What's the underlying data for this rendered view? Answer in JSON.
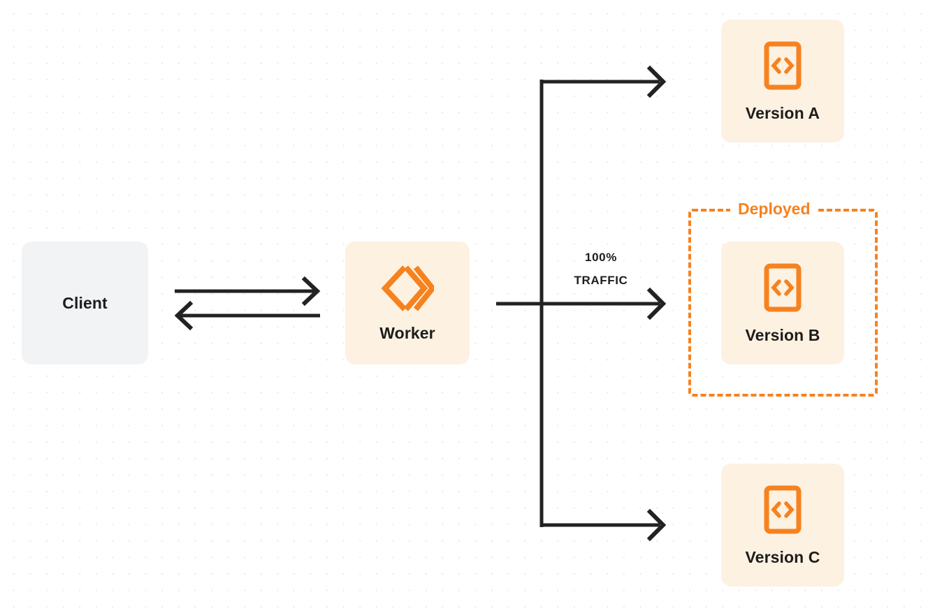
{
  "diagram": {
    "title": "Worker version routing",
    "background": "#ffffff",
    "grid_dot_color": "#e8e8ea",
    "accent_color": "#f6821f",
    "card_color": "#fdf1e2",
    "neutral_card_color": "#f2f3f5",
    "line_color": "#222222",
    "text_color": "#1d1d1b"
  },
  "nodes": {
    "client": {
      "label": "Client",
      "icon": "none"
    },
    "worker": {
      "label": "Worker",
      "icon": "cloudflare-workers-icon"
    },
    "version_a": {
      "label": "Version A",
      "icon": "code-file-icon"
    },
    "version_b": {
      "label": "Version B",
      "icon": "code-file-icon"
    },
    "version_c": {
      "label": "Version C",
      "icon": "code-file-icon"
    }
  },
  "groups": {
    "deployed": {
      "label": "Deployed",
      "contains": "version_b",
      "border_style": "dashed",
      "border_color": "#f6821f"
    }
  },
  "annotations": {
    "traffic": {
      "percent": "100%",
      "word": "TRAFFIC"
    }
  },
  "connections": [
    {
      "name": "client-to-worker",
      "from": "client",
      "to": "worker",
      "direction": "right"
    },
    {
      "name": "worker-to-client",
      "from": "worker",
      "to": "client",
      "direction": "left"
    },
    {
      "name": "worker-to-version-a",
      "from": "worker",
      "to": "version_a",
      "direction": "right"
    },
    {
      "name": "worker-to-version-b",
      "from": "worker",
      "to": "version_b",
      "direction": "right",
      "traffic": "100%"
    },
    {
      "name": "worker-to-version-c",
      "from": "worker",
      "to": "version_c",
      "direction": "right"
    }
  ]
}
